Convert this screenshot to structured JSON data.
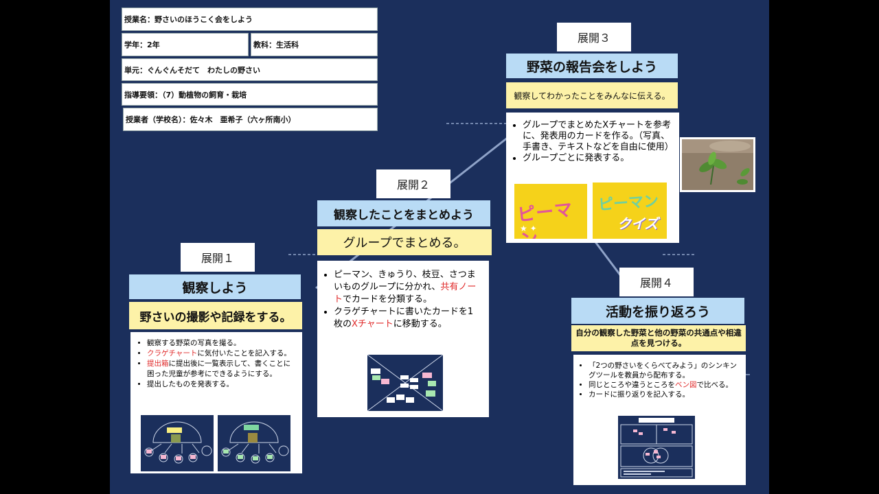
{
  "header": {
    "lesson": "授業名：野さいのほうこく会をしよう",
    "grade": "学年：2年",
    "subject": "教科：生活科",
    "unit": "単元：ぐんぐんそだて　わたしの野さい",
    "guideline": "指導要領：（7）動植物の飼育・栽培",
    "teacher": "授業者（学校名）：佐々木　亜希子（六ヶ所南小）"
  },
  "stage1": {
    "label": "展開１",
    "title": "観察しよう",
    "subtitle": "野さいの撮影や記録をする。",
    "b1": "観察する野菜の写真を撮る。",
    "b2_red": "クラゲチャート",
    "b2_rest": "に気付いたことを記入する。",
    "b3_red": "提出箱",
    "b3_rest": "に提出後に一覧表示して、書くことに困った児童が参考にできるようにする。",
    "b4": "提出したものを発表する。"
  },
  "stage2": {
    "label": "展開２",
    "title": "観察したことをまとめよう",
    "subtitle": "グループでまとめる。",
    "b1_a": "ピーマン、きゅうり、枝豆、さつまいものグループに分かれ、",
    "b1_red": "共有ノート",
    "b1_b": "でカードを分類する。",
    "b2_a": "クラゲチャートに書いたカードを1枚の",
    "b2_red": "Xチャート",
    "b2_b": "に移動する。"
  },
  "stage3": {
    "label": "展開３",
    "title": "野菜の報告会をしよう",
    "subtitle": "観察してわかったことをみんなに伝える。",
    "b1": "グループでまとめたXチャートを参考に、発表用のカードを作る。（写真、手書き、テキストなどを自由に使用）",
    "b2": "グループごとに発表する。",
    "card1": "ピーマン",
    "card2_a": "ピーマン",
    "card2_b": "クイズ"
  },
  "stage4": {
    "label": "展開４",
    "title": "活動を振り返ろう",
    "subtitle": "自分の観察した野菜と他の野菜の共通点や相違点を見つける。",
    "b1": "「2つの野さいをくらべてみよう」のシンキングツールを教員から配布する。",
    "b2_a": "同じところや違うところを",
    "b2_red": "ベン図",
    "b2_b": "で比べる。",
    "b3": "カードに振り返りを記入する。"
  },
  "colors": {
    "background": "#1b2f5c",
    "title_blue": "#b9dbf5",
    "subtitle_yellow": "#fdf2a8",
    "highlight_red": "#e02a2a"
  }
}
